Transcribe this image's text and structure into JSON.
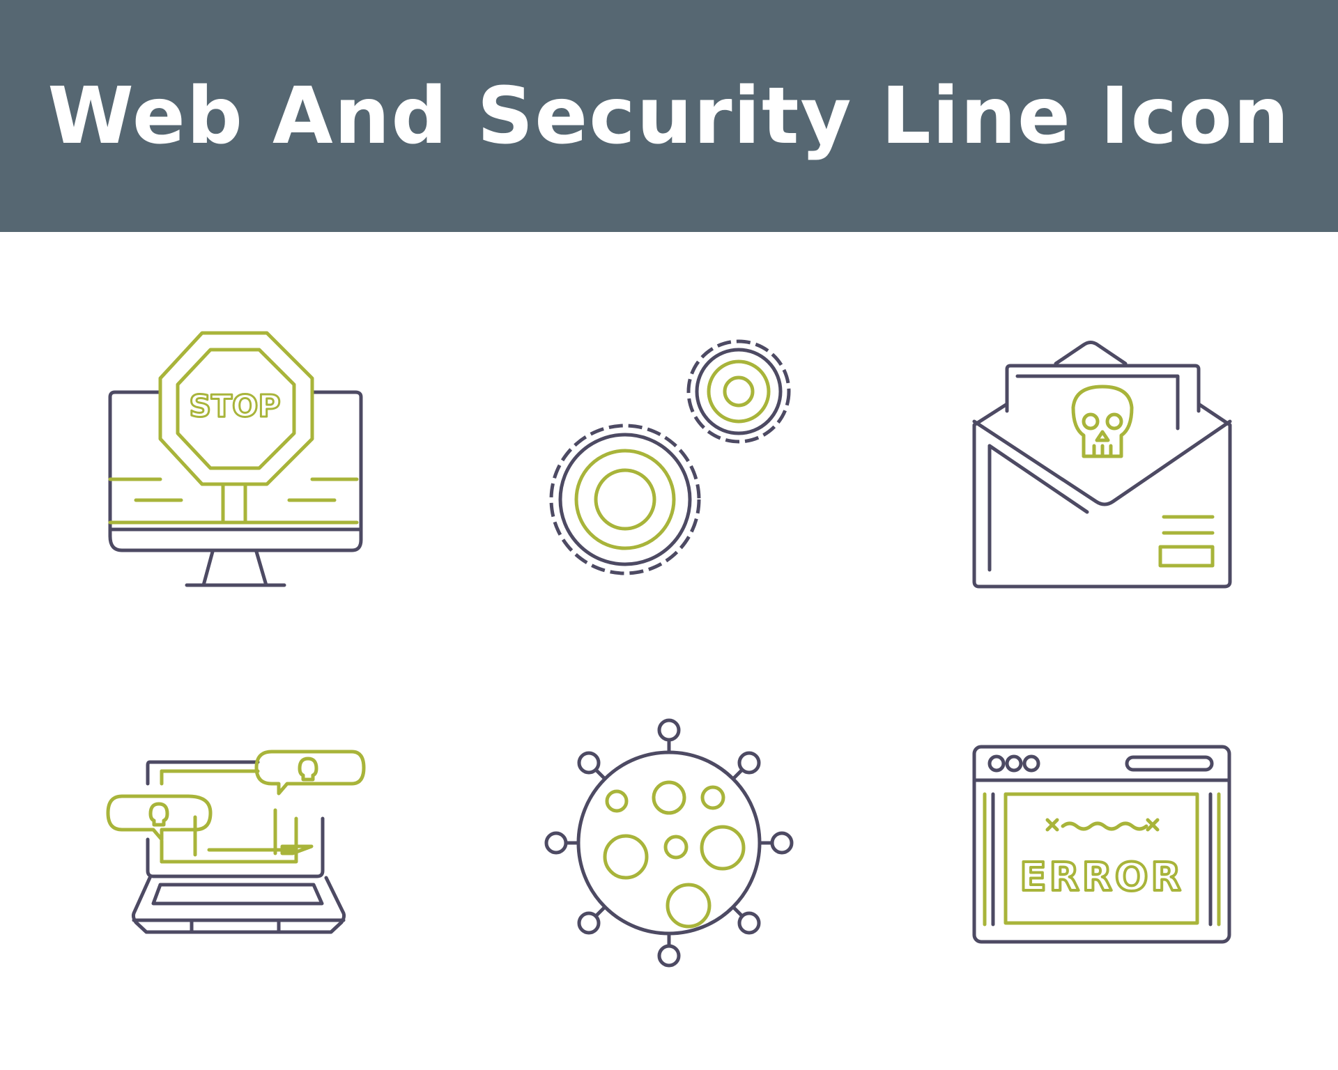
{
  "title": "Web And Security Line Icon",
  "colors": {
    "banner": "#566772",
    "title_text": "#ffffff",
    "outline": "#4d4a63",
    "accent": "#a8b43a",
    "background": "#ffffff"
  },
  "icons": [
    {
      "name": "computer-stop-sign-icon",
      "text": "STOP"
    },
    {
      "name": "gears-settings-icon"
    },
    {
      "name": "malware-email-icon"
    },
    {
      "name": "laptop-virus-alert-icon"
    },
    {
      "name": "virus-icon"
    },
    {
      "name": "browser-error-icon",
      "text": "ERROR"
    }
  ]
}
